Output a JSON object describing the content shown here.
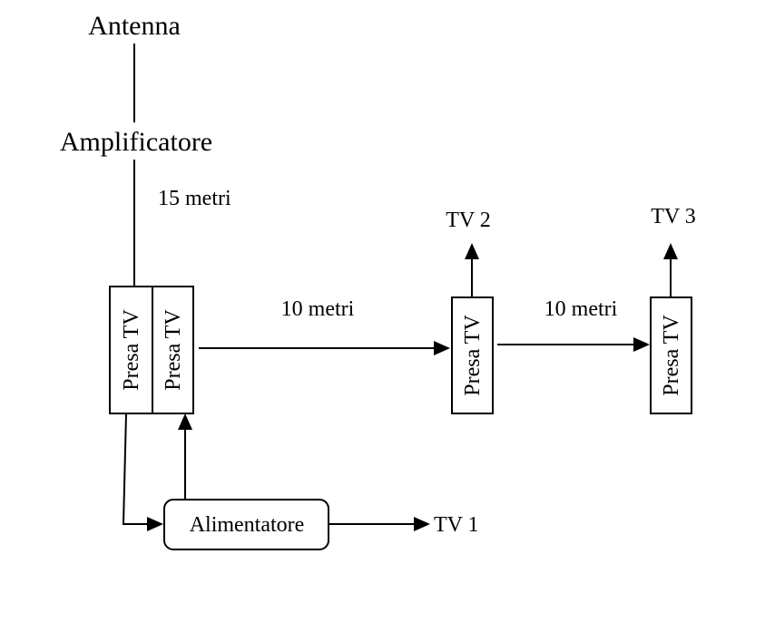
{
  "labels": {
    "antenna": "Antenna",
    "amplifier": "Amplificatore",
    "len_15": "15 metri",
    "len_10_a": "10 metri",
    "len_10_b": "10 metri",
    "tv1": "TV 1",
    "tv2": "TV 2",
    "tv3": "TV 3",
    "power_supply": "Alimentatore"
  },
  "outlets": {
    "outlet_1": "Presa TV",
    "outlet_2": "Presa TV",
    "outlet_3": "Presa TV",
    "outlet_4": "Presa TV"
  }
}
